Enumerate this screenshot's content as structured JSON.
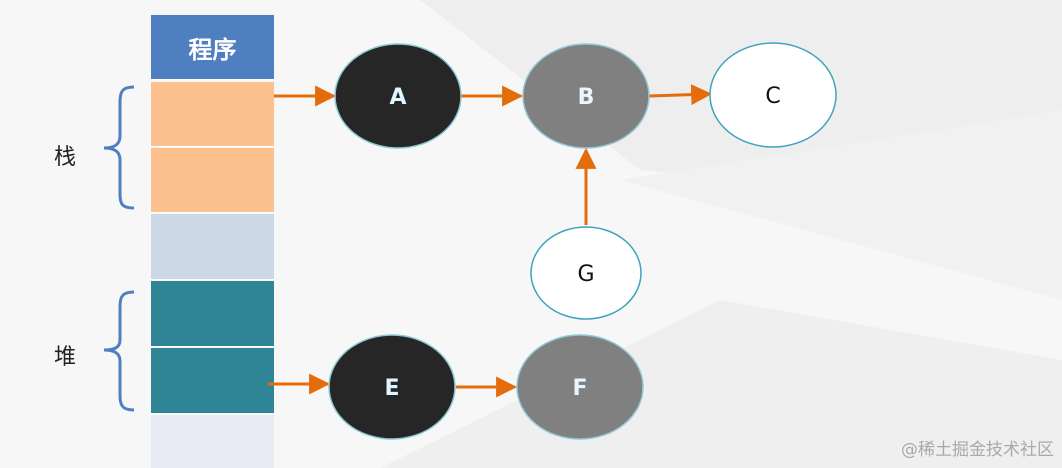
{
  "memory": {
    "program_label": "程序",
    "stack_label": "栈",
    "heap_label": "堆"
  },
  "nodes": [
    {
      "id": "A",
      "label": "A",
      "fill": "#262626",
      "text_color": "#dff7ff"
    },
    {
      "id": "B",
      "label": "B",
      "fill": "#808080",
      "text_color": "#e8f6ff"
    },
    {
      "id": "C",
      "label": "C",
      "fill": "#ffffff",
      "text_color": "#111111"
    },
    {
      "id": "G",
      "label": "G",
      "fill": "#ffffff",
      "text_color": "#111111"
    },
    {
      "id": "E",
      "label": "E",
      "fill": "#262626",
      "text_color": "#dff7ff"
    },
    {
      "id": "F",
      "label": "F",
      "fill": "#808080",
      "text_color": "#e8f6ff"
    }
  ],
  "edges": [
    {
      "from": "stack",
      "to": "A"
    },
    {
      "from": "A",
      "to": "B"
    },
    {
      "from": "B",
      "to": "C"
    },
    {
      "from": "G",
      "to": "B"
    },
    {
      "from": "heap",
      "to": "E"
    },
    {
      "from": "E",
      "to": "F"
    }
  ],
  "colors": {
    "arrow": "#e46c0a",
    "brace": "#4f7fc0",
    "program_block": "#4f7fc0",
    "stack_block": "#fdc190",
    "heap_block": "#2f8496"
  },
  "watermark": "@稀土掘金技术社区"
}
